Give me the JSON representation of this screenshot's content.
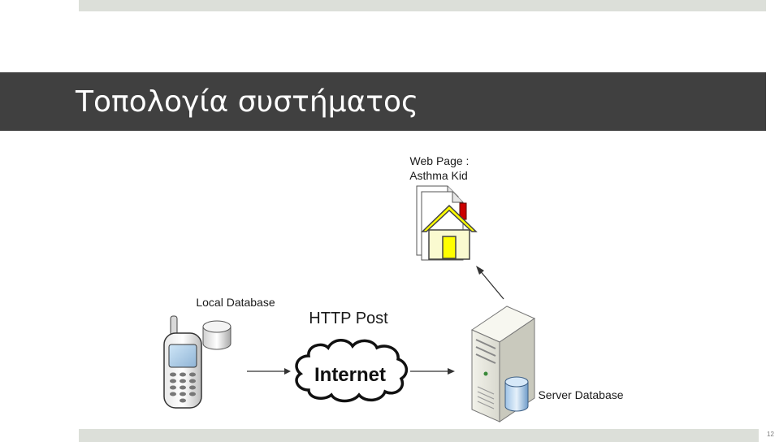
{
  "slide": {
    "title": "Τοπολογία συστήματος",
    "page_number": "12"
  },
  "diagram": {
    "web_page_label_line1": "Web Page :",
    "web_page_label_line2": "Asthma Kid",
    "local_db_label": "Local Database",
    "http_label": "HTTP Post",
    "internet_label": "Internet",
    "server_db_label": "Server Database"
  },
  "colors": {
    "title_bar": "#404040",
    "band": "#dcdfd9",
    "house_yellow": "#ffff00",
    "chimney_red": "#cc0000"
  }
}
